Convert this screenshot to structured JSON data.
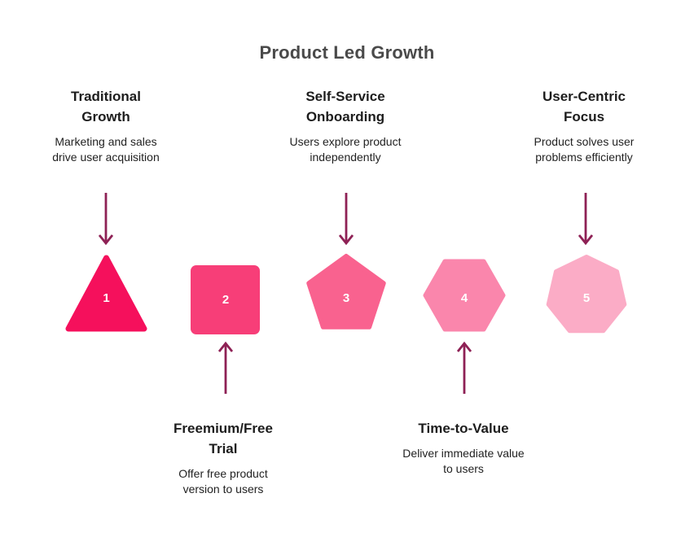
{
  "title": "Product Led Growth",
  "colors": {
    "background": "#FFFFFF",
    "arrow": "#8E2155",
    "title_text": "#4A4A4A",
    "heading_text": "#1D1D1D",
    "body_text": "#222222",
    "number_text": "#FFFFFF"
  },
  "steps": [
    {
      "number": "1",
      "shape": "triangle",
      "color": "#F5105C",
      "label_position": "top",
      "heading": "Traditional\nGrowth",
      "description": "Marketing and sales\ndrive user acquisition"
    },
    {
      "number": "2",
      "shape": "square",
      "color": "#F73E78",
      "label_position": "bottom",
      "heading": "Freemium/Free\nTrial",
      "description": "Offer free product\nversion to users"
    },
    {
      "number": "3",
      "shape": "pentagon",
      "color": "#F9628F",
      "label_position": "top",
      "heading": "Self-Service\nOnboarding",
      "description": "Users explore product\nindependently"
    },
    {
      "number": "4",
      "shape": "hexagon",
      "color": "#FA86AC",
      "label_position": "bottom",
      "heading": "Time-to-Value",
      "description": "Deliver immediate value\nto users"
    },
    {
      "number": "5",
      "shape": "heptagon",
      "color": "#FBACC6",
      "label_position": "top",
      "heading": "User-Centric\nFocus",
      "description": "Product solves user\nproblems efficiently"
    }
  ]
}
